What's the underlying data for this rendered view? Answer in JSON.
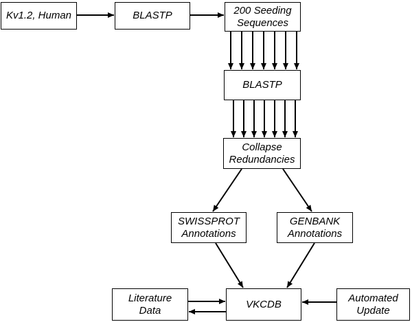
{
  "diagram": {
    "nodes": {
      "kv": "Kv1.2, Human",
      "blastp1": "BLASTP",
      "seed": "200 Seeding\nSequences",
      "blastp2": "BLASTP",
      "collapse": "Collapse\nRedundancies",
      "swiss": "SWISSPROT\nAnnotations",
      "genbank": "GENBANK\nAnnotations",
      "lit": "Literature\nData",
      "vkcdb": "VKCDB",
      "auto": "Automated\nUpdate"
    },
    "edges": [
      {
        "from": "kv",
        "to": "blastp1"
      },
      {
        "from": "blastp1",
        "to": "seed"
      },
      {
        "from": "seed",
        "to": "blastp2",
        "multiplicity": 7
      },
      {
        "from": "blastp2",
        "to": "collapse",
        "multiplicity": 7
      },
      {
        "from": "collapse",
        "to": "swiss"
      },
      {
        "from": "collapse",
        "to": "genbank"
      },
      {
        "from": "swiss",
        "to": "vkcdb"
      },
      {
        "from": "genbank",
        "to": "vkcdb"
      },
      {
        "from": "lit",
        "to": "vkcdb"
      },
      {
        "from": "vkcdb",
        "to": "lit"
      },
      {
        "from": "auto",
        "to": "vkcdb"
      }
    ],
    "colors": {
      "line": "#000000",
      "background": "#ffffff"
    }
  }
}
